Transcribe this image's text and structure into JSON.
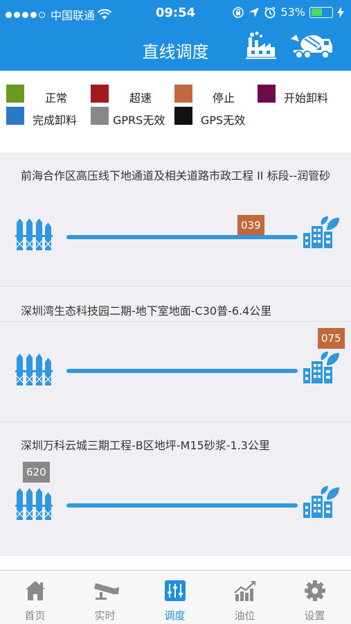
{
  "status_bar": {
    "carrier": "中国联通",
    "time": "09:54",
    "battery": "53%",
    "battery_level": 0.53
  },
  "nav": {
    "title": "直线调度",
    "factory_icon": "factory-icon",
    "mixer_icon": "concrete-mixer-truck-icon"
  },
  "legend": [
    {
      "label": "正常",
      "color": "#6a9a1f"
    },
    {
      "label": "超速",
      "color": "#a01c1c"
    },
    {
      "label": "停止",
      "color": "#c2693c"
    },
    {
      "label": "开始卸料",
      "color": "#6e0b4d"
    },
    {
      "label": "完成卸料",
      "color": "#2a79c6"
    },
    {
      "label": "GPRS无效",
      "color": "#888888"
    },
    {
      "label": "GPS无效",
      "color": "#111111"
    }
  ],
  "routes": [
    {
      "title": "前海合作区高压线下地通道及相关道路市政工程 II 标段--润管砂",
      "truck": {
        "id": "039",
        "status": "停止",
        "color": "#c2693c"
      }
    },
    {
      "title": "深圳湾生态科技园二期-地下室地面-C30普-6.4公里",
      "truck": {
        "id": "075",
        "status": "停止",
        "color": "#c2693c"
      }
    },
    {
      "title": "深圳万科云城三期工程-B区地坪-M15砂浆-1.3公里",
      "truck": {
        "id": "620",
        "status": "GPRS无效",
        "color": "#888888"
      }
    }
  ],
  "tabs": [
    {
      "label": "首页",
      "icon": "home-icon"
    },
    {
      "label": "实时",
      "icon": "camera-icon"
    },
    {
      "label": "调度",
      "icon": "dispatch-sliders-icon",
      "active": true
    },
    {
      "label": "油位",
      "icon": "fuel-chart-icon"
    },
    {
      "label": "设置",
      "icon": "gear-icon"
    }
  ]
}
